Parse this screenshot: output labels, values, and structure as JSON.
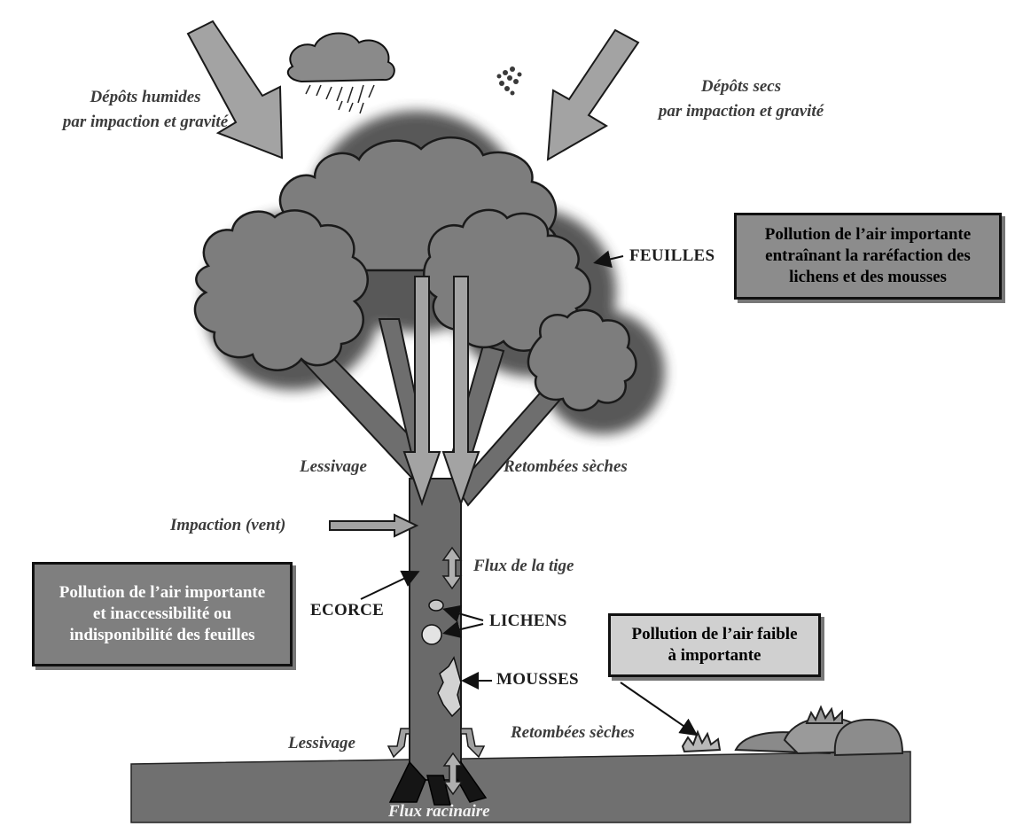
{
  "labels": {
    "wet_line1": "Dépôts humides",
    "wet_line2": "par impaction et gravité",
    "dry_line1": "Dépôts secs",
    "dry_line2": "par impaction et gravité",
    "feuilles": "FEUILLES",
    "lessivage_top": "Lessivage",
    "retombees_top": "Retombées sèches",
    "impaction": "Impaction (vent)",
    "flux_tige": "Flux de la tige",
    "ecorce": "ECORCE",
    "lichens": "LICHENS",
    "mousses": "MOUSSES",
    "lessivage_bottom": "Lessivage",
    "retombees_bottom": "Retombées sèches",
    "flux_racinaire": "Flux racinaire"
  },
  "boxes": {
    "top_right": [
      "Pollution de l’air importante",
      "entraînant la raréfaction des",
      "lichens et des mousses"
    ],
    "left": [
      "Pollution de l’air importante",
      "et inaccessibilité ou",
      "indisponibilité des feuilles"
    ],
    "bottom_right": [
      "Pollution de l’air faible",
      "à importante"
    ]
  },
  "colors": {
    "foliage": "#7f7f7f",
    "trunk": "#6a6a6a",
    "ground": "#6f6f6f",
    "arrow": "#9e9e9e",
    "box_dark": "#8a8a8a",
    "box_light": "#d0d0d0"
  }
}
